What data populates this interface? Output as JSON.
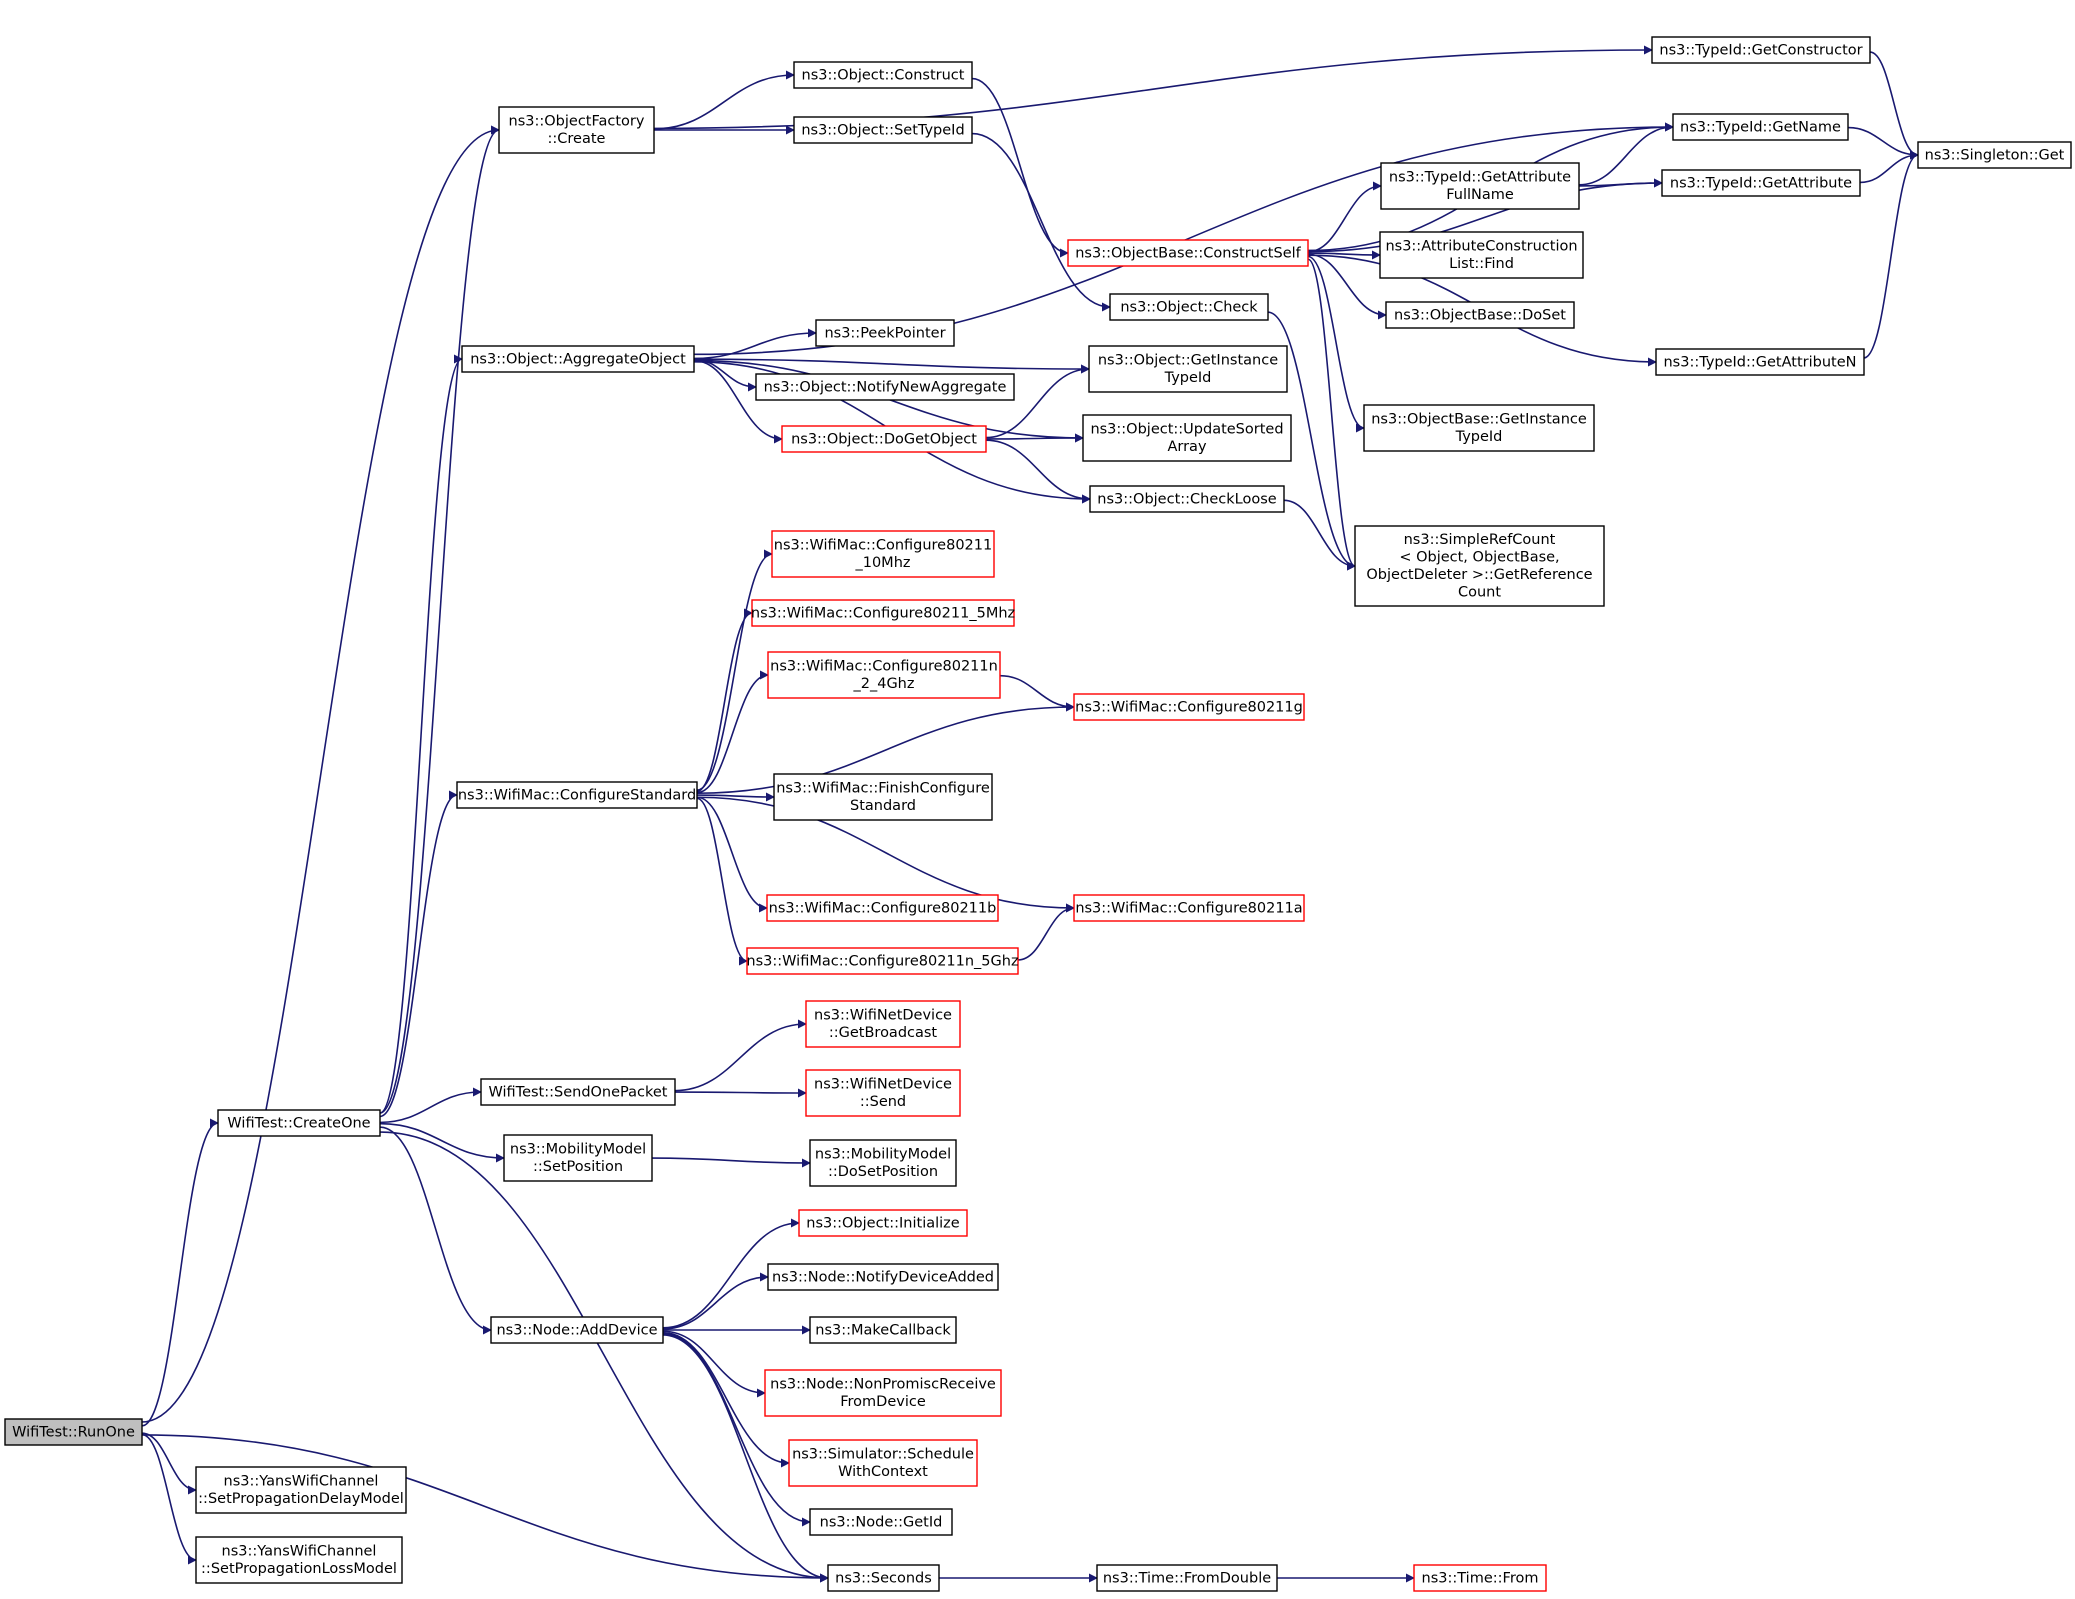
{
  "colors": {
    "edge": "#191970",
    "normal_border": "#000000",
    "truncated_border": "#ff0000",
    "root_fill": "#bfbfbf",
    "node_fill": "#ffffff"
  },
  "nodes": [
    {
      "id": "runone",
      "lines": [
        "WifiTest::RunOne"
      ],
      "style": "root"
    },
    {
      "id": "createone",
      "lines": [
        "WifiTest::CreateOne"
      ],
      "style": "normal"
    },
    {
      "id": "setdelay",
      "lines": [
        "ns3::YansWifiChannel",
        "::SetPropagationDelayModel"
      ],
      "style": "normal"
    },
    {
      "id": "setloss",
      "lines": [
        "ns3::YansWifiChannel",
        "::SetPropagationLossModel"
      ],
      "style": "normal"
    },
    {
      "id": "factorycreate",
      "lines": [
        "ns3::ObjectFactory",
        "::Create"
      ],
      "style": "normal"
    },
    {
      "id": "aggregate",
      "lines": [
        "ns3::Object::AggregateObject"
      ],
      "style": "normal"
    },
    {
      "id": "configurestd",
      "lines": [
        "ns3::WifiMac::ConfigureStandard"
      ],
      "style": "normal"
    },
    {
      "id": "sendonepacket",
      "lines": [
        "WifiTest::SendOnePacket"
      ],
      "style": "normal"
    },
    {
      "id": "mobsetpos",
      "lines": [
        "ns3::MobilityModel",
        "::SetPosition"
      ],
      "style": "normal"
    },
    {
      "id": "adddevice",
      "lines": [
        "ns3::Node::AddDevice"
      ],
      "style": "normal"
    },
    {
      "id": "seconds",
      "lines": [
        "ns3::Seconds"
      ],
      "style": "normal"
    },
    {
      "id": "construct",
      "lines": [
        "ns3::Object::Construct"
      ],
      "style": "normal"
    },
    {
      "id": "settypeid",
      "lines": [
        "ns3::Object::SetTypeId"
      ],
      "style": "normal"
    },
    {
      "id": "getconstructor",
      "lines": [
        "ns3::TypeId::GetConstructor"
      ],
      "style": "normal"
    },
    {
      "id": "constructself",
      "lines": [
        "ns3::ObjectBase::ConstructSelf"
      ],
      "style": "truncated"
    },
    {
      "id": "getname",
      "lines": [
        "ns3::TypeId::GetName"
      ],
      "style": "normal"
    },
    {
      "id": "singletonget",
      "lines": [
        "ns3::Singleton::Get"
      ],
      "style": "normal"
    },
    {
      "id": "attrfullname",
      "lines": [
        "ns3::TypeId::GetAttribute",
        "FullName"
      ],
      "style": "normal"
    },
    {
      "id": "getattribute",
      "lines": [
        "ns3::TypeId::GetAttribute"
      ],
      "style": "normal"
    },
    {
      "id": "attrconstfind",
      "lines": [
        "ns3::AttributeConstruction",
        "List::Find"
      ],
      "style": "normal"
    },
    {
      "id": "objcheck",
      "lines": [
        "ns3::Object::Check"
      ],
      "style": "normal"
    },
    {
      "id": "doset",
      "lines": [
        "ns3::ObjectBase::DoSet"
      ],
      "style": "normal"
    },
    {
      "id": "getattributen",
      "lines": [
        "ns3::TypeId::GetAttributeN"
      ],
      "style": "normal"
    },
    {
      "id": "peekpointer",
      "lines": [
        "ns3::PeekPointer"
      ],
      "style": "normal"
    },
    {
      "id": "notifynewagg",
      "lines": [
        "ns3::Object::NotifyNewAggregate"
      ],
      "style": "normal"
    },
    {
      "id": "objgetinstance",
      "lines": [
        "ns3::Object::GetInstance",
        "TypeId"
      ],
      "style": "normal"
    },
    {
      "id": "dogetobject",
      "lines": [
        "ns3::Object::DoGetObject"
      ],
      "style": "truncated"
    },
    {
      "id": "updatesorted",
      "lines": [
        "ns3::Object::UpdateSorted",
        "Array"
      ],
      "style": "normal"
    },
    {
      "id": "objbasegetinstance",
      "lines": [
        "ns3::ObjectBase::GetInstance",
        "TypeId"
      ],
      "style": "normal"
    },
    {
      "id": "checkloose",
      "lines": [
        "ns3::Object::CheckLoose"
      ],
      "style": "normal"
    },
    {
      "id": "simplerefcount",
      "lines": [
        "ns3::SimpleRefCount",
        "< Object, ObjectBase,",
        " ObjectDeleter >::GetReference",
        "Count"
      ],
      "style": "normal"
    },
    {
      "id": "cfg10mhz",
      "lines": [
        "ns3::WifiMac::Configure80211",
        "_10Mhz"
      ],
      "style": "truncated"
    },
    {
      "id": "cfg5mhz",
      "lines": [
        "ns3::WifiMac::Configure80211_5Mhz"
      ],
      "style": "truncated"
    },
    {
      "id": "cfgn24",
      "lines": [
        "ns3::WifiMac::Configure80211n",
        "_2_4Ghz"
      ],
      "style": "truncated"
    },
    {
      "id": "cfgg",
      "lines": [
        "ns3::WifiMac::Configure80211g"
      ],
      "style": "truncated"
    },
    {
      "id": "finishcfg",
      "lines": [
        "ns3::WifiMac::FinishConfigure",
        "Standard"
      ],
      "style": "normal"
    },
    {
      "id": "cfgb",
      "lines": [
        "ns3::WifiMac::Configure80211b"
      ],
      "style": "truncated"
    },
    {
      "id": "cfga",
      "lines": [
        "ns3::WifiMac::Configure80211a"
      ],
      "style": "truncated"
    },
    {
      "id": "cfgn5",
      "lines": [
        "ns3::WifiMac::Configure80211n_5Ghz"
      ],
      "style": "truncated"
    },
    {
      "id": "getbroadcast",
      "lines": [
        "ns3::WifiNetDevice",
        "::GetBroadcast"
      ],
      "style": "truncated"
    },
    {
      "id": "netdevsend",
      "lines": [
        "ns3::WifiNetDevice",
        "::Send"
      ],
      "style": "truncated"
    },
    {
      "id": "dosetpos",
      "lines": [
        "ns3::MobilityModel",
        "::DoSetPosition"
      ],
      "style": "normal"
    },
    {
      "id": "objinitialize",
      "lines": [
        "ns3::Object::Initialize"
      ],
      "style": "truncated"
    },
    {
      "id": "notifydevadded",
      "lines": [
        "ns3::Node::NotifyDeviceAdded"
      ],
      "style": "normal"
    },
    {
      "id": "makecallback",
      "lines": [
        "ns3::MakeCallback"
      ],
      "style": "normal"
    },
    {
      "id": "nonpromisc",
      "lines": [
        "ns3::Node::NonPromiscReceive",
        "FromDevice"
      ],
      "style": "truncated"
    },
    {
      "id": "schedulectx",
      "lines": [
        "ns3::Simulator::Schedule",
        "WithContext"
      ],
      "style": "truncated"
    },
    {
      "id": "nodegetid",
      "lines": [
        "ns3::Node::GetId"
      ],
      "style": "normal"
    },
    {
      "id": "fromdouble",
      "lines": [
        "ns3::Time::FromDouble"
      ],
      "style": "normal"
    },
    {
      "id": "timefrom",
      "lines": [
        "ns3::Time::From"
      ],
      "style": "truncated"
    }
  ],
  "edges": [
    [
      "runone",
      "factorycreate"
    ],
    [
      "runone",
      "createone"
    ],
    [
      "runone",
      "setdelay"
    ],
    [
      "runone",
      "setloss"
    ],
    [
      "runone",
      "seconds"
    ],
    [
      "createone",
      "factorycreate"
    ],
    [
      "createone",
      "aggregate"
    ],
    [
      "createone",
      "configurestd"
    ],
    [
      "createone",
      "sendonepacket"
    ],
    [
      "createone",
      "mobsetpos"
    ],
    [
      "createone",
      "adddevice"
    ],
    [
      "createone",
      "seconds"
    ],
    [
      "factorycreate",
      "construct"
    ],
    [
      "factorycreate",
      "settypeid"
    ],
    [
      "factorycreate",
      "getconstructor"
    ],
    [
      "construct",
      "constructself"
    ],
    [
      "settypeid",
      "objcheck"
    ],
    [
      "getconstructor",
      "singletonget"
    ],
    [
      "constructself",
      "getname"
    ],
    [
      "constructself",
      "attrfullname"
    ],
    [
      "constructself",
      "attrconstfind"
    ],
    [
      "constructself",
      "doset"
    ],
    [
      "constructself",
      "getattribute"
    ],
    [
      "constructself",
      "objbasegetinstance"
    ],
    [
      "constructself",
      "getattributen"
    ],
    [
      "constructself",
      "simplerefcount"
    ],
    [
      "getname",
      "singletonget"
    ],
    [
      "attrfullname",
      "getname"
    ],
    [
      "attrfullname",
      "getattribute"
    ],
    [
      "getattribute",
      "singletonget"
    ],
    [
      "getattributen",
      "singletonget"
    ],
    [
      "objcheck",
      "simplerefcount"
    ],
    [
      "aggregate",
      "getname"
    ],
    [
      "aggregate",
      "objgetinstance"
    ],
    [
      "aggregate",
      "updatesorted"
    ],
    [
      "aggregate",
      "peekpointer"
    ],
    [
      "aggregate",
      "notifynewagg"
    ],
    [
      "aggregate",
      "dogetobject"
    ],
    [
      "aggregate",
      "checkloose"
    ],
    [
      "dogetobject",
      "objgetinstance"
    ],
    [
      "dogetobject",
      "updatesorted"
    ],
    [
      "dogetobject",
      "checkloose"
    ],
    [
      "checkloose",
      "simplerefcount"
    ],
    [
      "configurestd",
      "cfg10mhz"
    ],
    [
      "configurestd",
      "cfg5mhz"
    ],
    [
      "configurestd",
      "cfgn24"
    ],
    [
      "configurestd",
      "cfgg"
    ],
    [
      "configurestd",
      "finishcfg"
    ],
    [
      "configurestd",
      "cfgb"
    ],
    [
      "configurestd",
      "cfga"
    ],
    [
      "configurestd",
      "cfgn5"
    ],
    [
      "cfgn24",
      "cfgg"
    ],
    [
      "cfgn5",
      "cfga"
    ],
    [
      "sendonepacket",
      "getbroadcast"
    ],
    [
      "sendonepacket",
      "netdevsend"
    ],
    [
      "mobsetpos",
      "dosetpos"
    ],
    [
      "adddevice",
      "objinitialize"
    ],
    [
      "adddevice",
      "notifydevadded"
    ],
    [
      "adddevice",
      "makecallback"
    ],
    [
      "adddevice",
      "nonpromisc"
    ],
    [
      "adddevice",
      "schedulectx"
    ],
    [
      "adddevice",
      "nodegetid"
    ],
    [
      "adddevice",
      "seconds"
    ],
    [
      "seconds",
      "fromdouble"
    ],
    [
      "fromdouble",
      "timefrom"
    ]
  ]
}
